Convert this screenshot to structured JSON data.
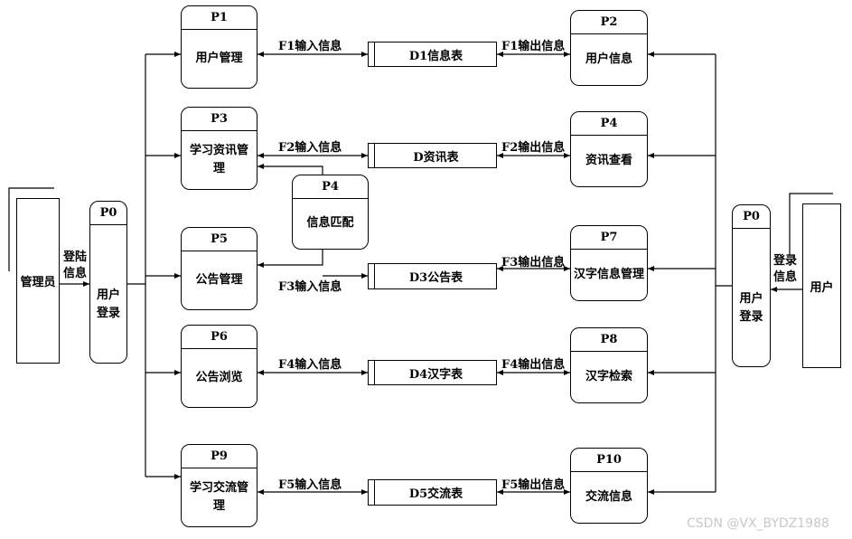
{
  "processes": [
    {
      "key": "p1",
      "id": "P1",
      "name": "用户管理"
    },
    {
      "key": "p2",
      "id": "P2",
      "name": "用户信息"
    },
    {
      "key": "p3",
      "id": "P3",
      "name": "学习资讯管理"
    },
    {
      "key": "p4a",
      "id": "P4",
      "name": "资讯查看"
    },
    {
      "key": "p4b",
      "id": "P4",
      "name": "信息匹配"
    },
    {
      "key": "p5",
      "id": "P5",
      "name": "公告管理"
    },
    {
      "key": "p6",
      "id": "P6",
      "name": "公告浏览"
    },
    {
      "key": "p7",
      "id": "P7",
      "name": "汉字信息管理"
    },
    {
      "key": "p8",
      "id": "P8",
      "name": "汉字检索"
    },
    {
      "key": "p9",
      "id": "P9",
      "name": "学习交流管理"
    },
    {
      "key": "p10",
      "id": "P10",
      "name": "交流信息"
    },
    {
      "key": "p0l",
      "id": "P0",
      "name": "用户登录"
    },
    {
      "key": "p0r",
      "id": "P0",
      "name": "用户登录"
    }
  ],
  "stores": [
    {
      "key": "d1",
      "name": "D1信息表"
    },
    {
      "key": "d2",
      "name": "D资讯表"
    },
    {
      "key": "d3",
      "name": "D3公告表"
    },
    {
      "key": "d4",
      "name": "D4汉字表"
    },
    {
      "key": "d5",
      "name": "D5交流表"
    }
  ],
  "entities": [
    {
      "key": "admin",
      "name": "管理员"
    },
    {
      "key": "user",
      "name": "用户"
    }
  ],
  "flow_labels": [
    {
      "key": "f1in",
      "text": "F1输入信息"
    },
    {
      "key": "f1out",
      "text": "F1输出信息"
    },
    {
      "key": "f2in",
      "text": "F2输入信息"
    },
    {
      "key": "f2out",
      "text": "F2输出信息"
    },
    {
      "key": "f3in",
      "text": "F3输入信息"
    },
    {
      "key": "f3out",
      "text": "F3输出信息"
    },
    {
      "key": "f4in",
      "text": "F4输入信息"
    },
    {
      "key": "f4out",
      "text": "F4输出信息"
    },
    {
      "key": "f5in",
      "text": "F5输入信息"
    },
    {
      "key": "f5out",
      "text": "F5输出信息"
    },
    {
      "key": "admin_login",
      "text": "登陆\n信息"
    },
    {
      "key": "user_login",
      "text": "登录\n信息"
    }
  ],
  "watermark": "CSDN @VX_BYDZ1988"
}
